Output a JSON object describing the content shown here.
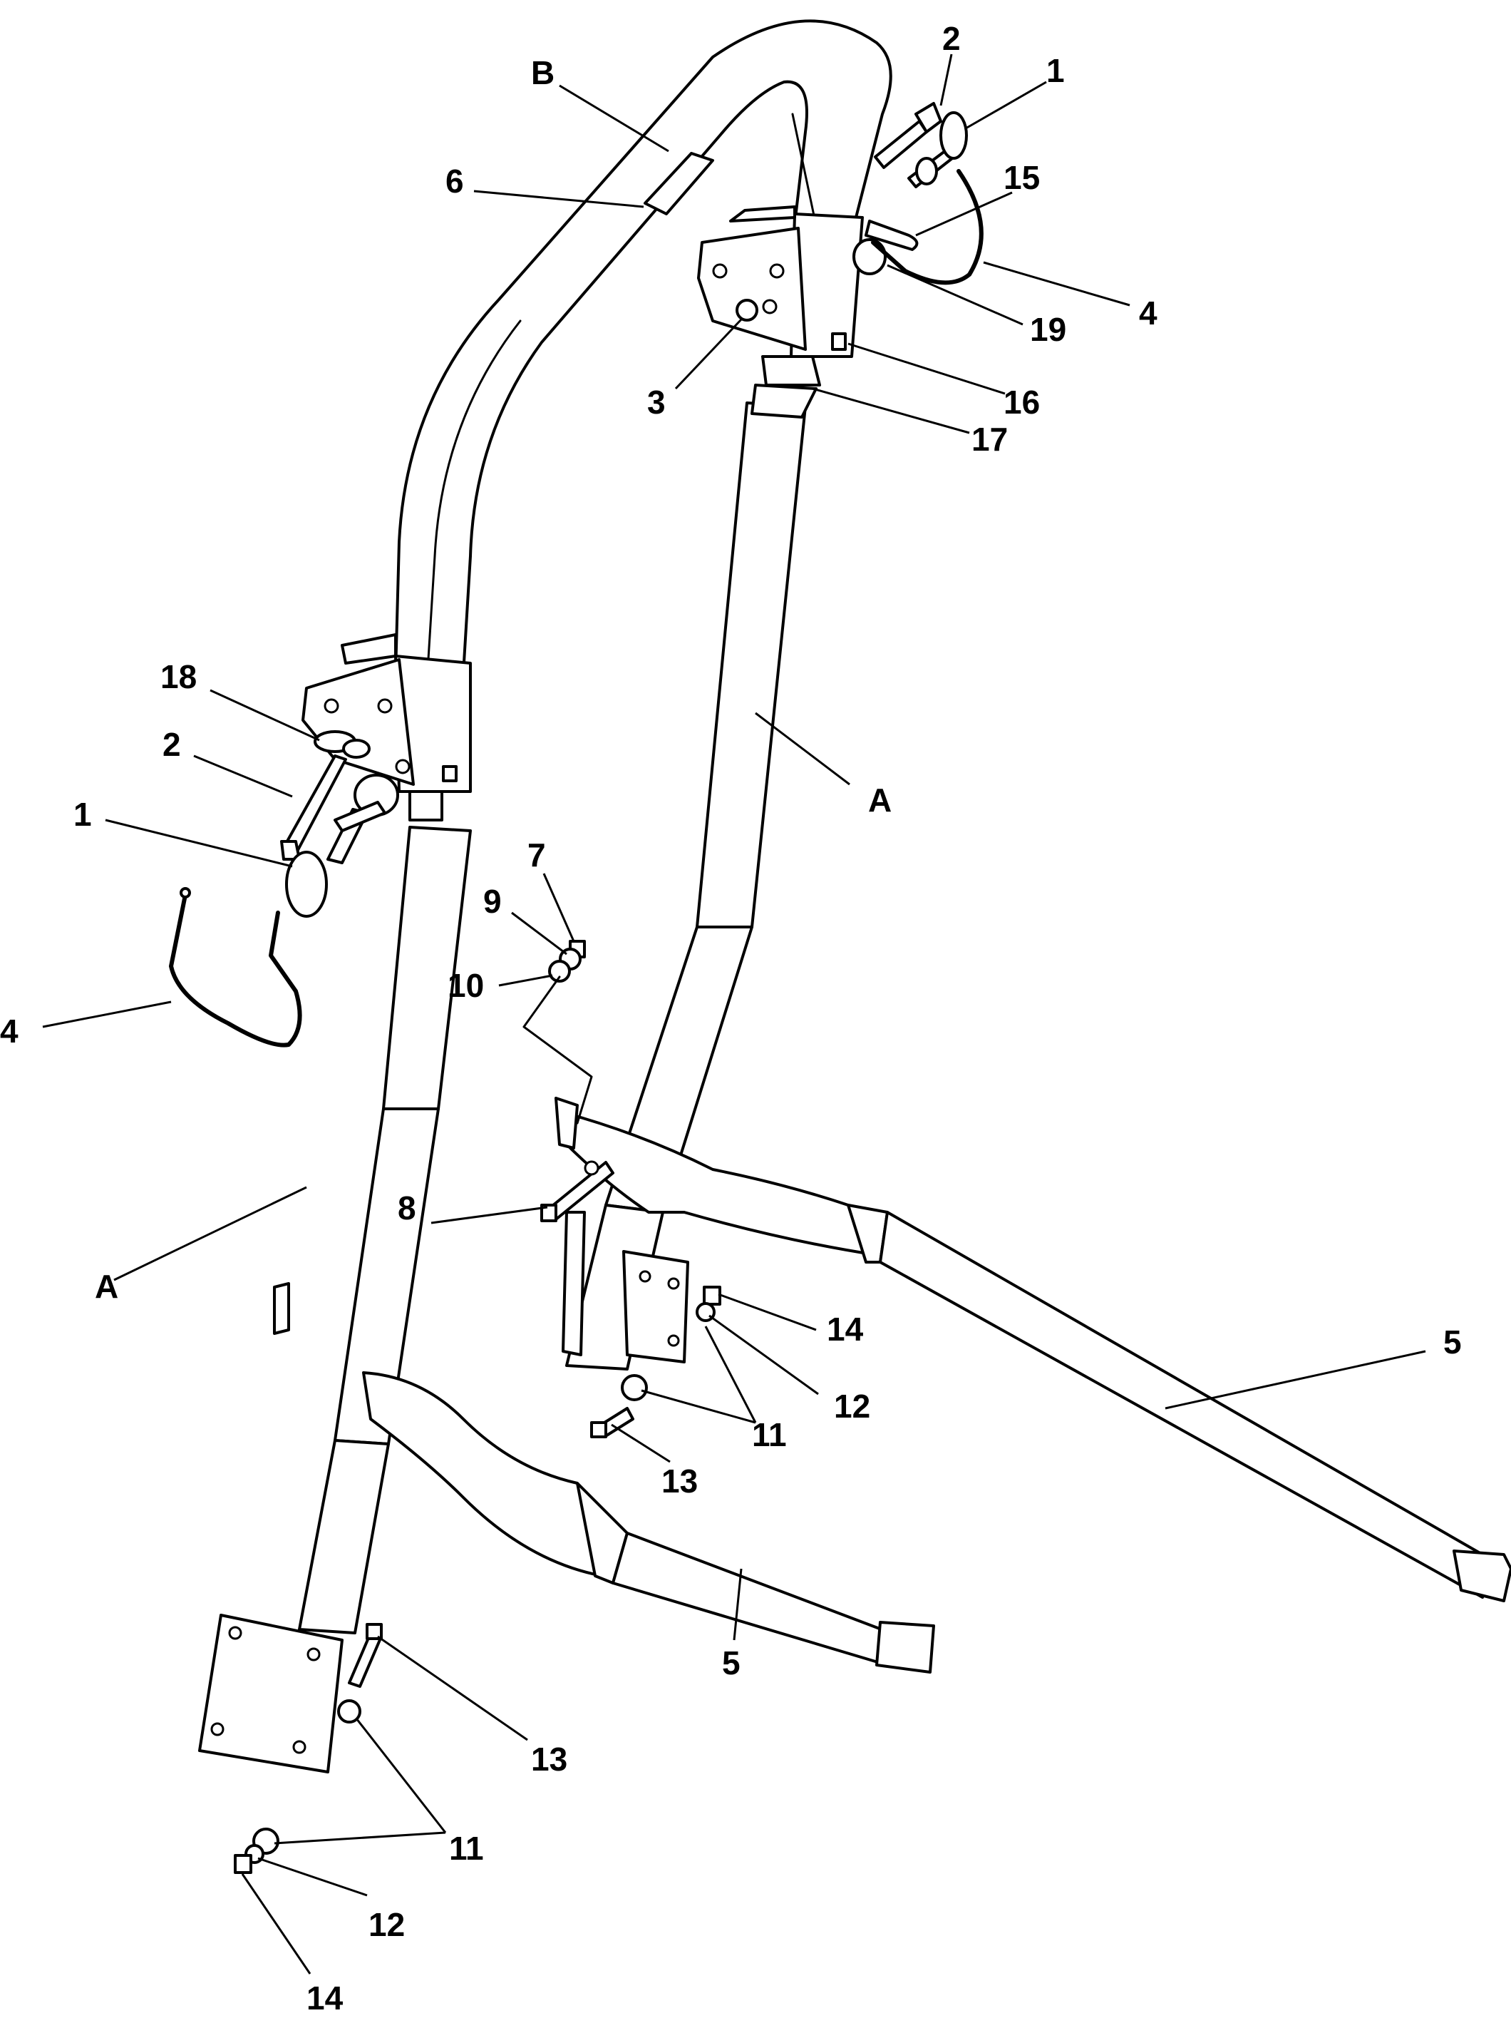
{
  "diagram": {
    "labels": {
      "B": "B",
      "A_right": "A",
      "A_left": "A",
      "n1_top": "1",
      "n2_top": "2",
      "n15": "15",
      "n4_right": "4",
      "n19": "19",
      "n6": "6",
      "n3": "3",
      "n16": "16",
      "n17": "17",
      "n18": "18",
      "n2_left": "2",
      "n1_left": "1",
      "n4_left": "4",
      "n7": "7",
      "n9": "9",
      "n10": "10",
      "n8": "8",
      "n14_mid": "14",
      "n12_mid": "12",
      "n11_mid": "11",
      "n13_mid": "13",
      "n5_right": "5",
      "n5_low": "5",
      "n13_low": "13",
      "n11_low": "11",
      "n12_low": "12",
      "n14_low": "14"
    }
  }
}
